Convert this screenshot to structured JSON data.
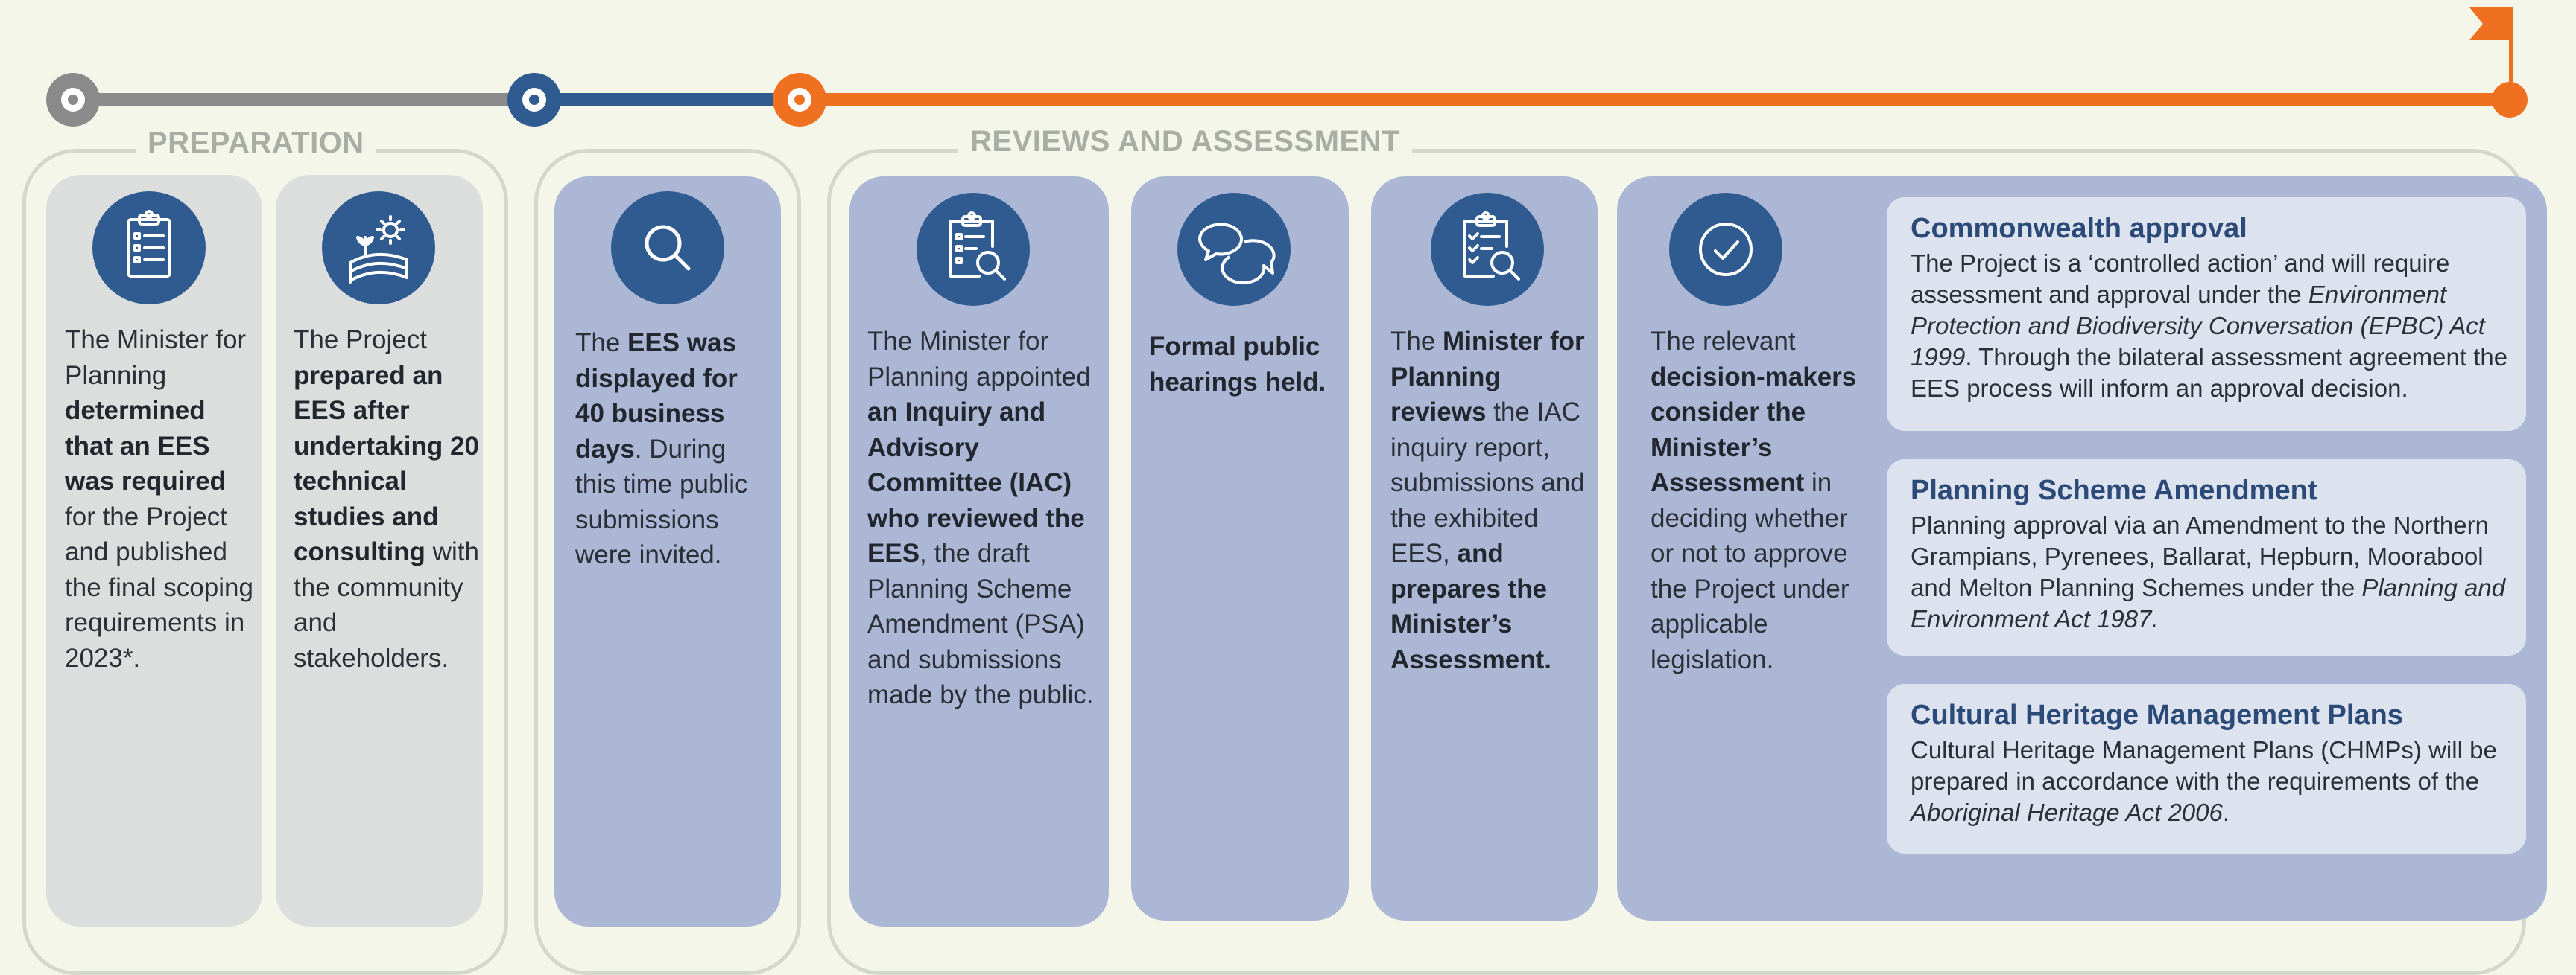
{
  "colors": {
    "background": "#f4f6ea",
    "preparation_line": "#8a8a8a",
    "exhibition_line": "#2f5b91",
    "review_line": "#f07022",
    "card_grey": "#dcdedd",
    "card_blue": "#abb7d5",
    "icon_circle": "#2f5b91",
    "panel_bg": "#dde2ef",
    "panel_title": "#2c4a78"
  },
  "groups": {
    "preparation": "PREPARATION",
    "reviews": "REVIEWS AND ASSESSMENT"
  },
  "cards": [
    {
      "icon": "clipboard-checklist-icon",
      "segments": [
        {
          "t": "The Minister for Planning ",
          "b": false
        },
        {
          "t": "determined that an EES was required",
          "b": true
        },
        {
          "t": " for the Project and published the final scoping requirements in 2023*.",
          "b": false
        }
      ]
    },
    {
      "icon": "farm-field-sun-icon",
      "segments": [
        {
          "t": "The Project ",
          "b": false
        },
        {
          "t": "prepared an EES after undertaking 20 technical studies and consulting",
          "b": true
        },
        {
          "t": " with the community and stakeholders.",
          "b": false
        }
      ]
    },
    {
      "icon": "magnifying-glass-icon",
      "segments": [
        {
          "t": "The ",
          "b": false
        },
        {
          "t": "EES was displayed for 40 business days",
          "b": true
        },
        {
          "t": ". During this time public submissions were invited.",
          "b": false
        }
      ]
    },
    {
      "icon": "clipboard-search-icon",
      "segments": [
        {
          "t": "The Minister for Planning appointed ",
          "b": false
        },
        {
          "t": "an Inquiry and Advisory Committee (IAC) who reviewed the EES",
          "b": true
        },
        {
          "t": ", the draft Planning Scheme Amendment (PSA) and submissions made by the public.",
          "b": false
        }
      ]
    },
    {
      "icon": "speech-bubbles-icon",
      "segments": [
        {
          "t": "Formal public hearings held.",
          "b": true
        }
      ]
    },
    {
      "icon": "checklist-search-icon",
      "segments": [
        {
          "t": "The ",
          "b": false
        },
        {
          "t": "Minister for Planning reviews",
          "b": true
        },
        {
          "t": " the IAC inquiry report, submissions and the exhibited EES, ",
          "b": false
        },
        {
          "t": "and prepares the Minister’s Assessment.",
          "b": true
        }
      ]
    },
    {
      "icon": "checkmark-circle-icon",
      "segments": [
        {
          "t": "The relevant ",
          "b": false
        },
        {
          "t": "decision-makers consider the Minister’s Assessment",
          "b": true
        },
        {
          "t": " in deciding whether or not to approve the Project under applicable legislation.",
          "b": false
        }
      ]
    }
  ],
  "panels": [
    {
      "title": "Commonwealth approval",
      "segments": [
        {
          "t": "The Project is a ‘controlled action’ and will require assessment and approval under the ",
          "i": false
        },
        {
          "t": "Environment Protection and Biodiversity Conversation (EPBC) Act 1999",
          "i": true
        },
        {
          "t": ". Through the bilateral assessment agreement the EES process will inform an approval decision.",
          "i": false
        }
      ]
    },
    {
      "title": "Planning Scheme Amendment",
      "segments": [
        {
          "t": "Planning approval via an Amendment to the Northern Grampians, Pyrenees, Ballarat, Hepburn, Moorabool and Melton Planning Schemes under the ",
          "i": false
        },
        {
          "t": "Planning and Environment Act 1987.",
          "i": true
        }
      ]
    },
    {
      "title": "Cultural Heritage Management Plans",
      "segments": [
        {
          "t": "Cultural Heritage Management Plans (CHMPs) will be prepared in accordance with the requirements of the ",
          "i": false
        },
        {
          "t": "Aboriginal Heritage Act 2006",
          "i": true
        },
        {
          "t": ".",
          "i": false
        }
      ]
    }
  ]
}
